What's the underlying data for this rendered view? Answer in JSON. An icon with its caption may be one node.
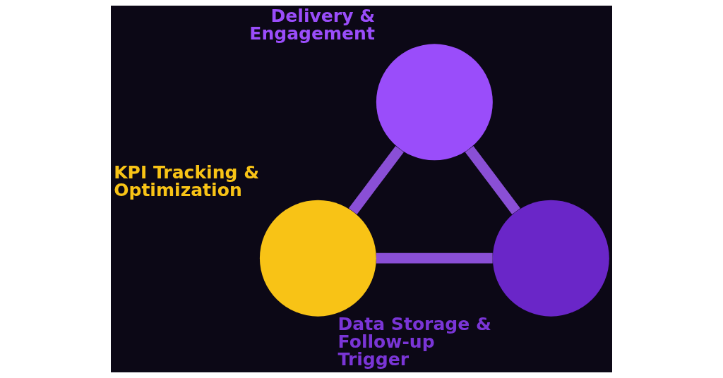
{
  "diagram": {
    "nodes": [
      {
        "text": [
          "Delivery & Engagement"
        ]
      },
      {
        "text": [
          "KPI Tracking & Optimization"
        ]
      },
      {
        "text": [
          "Data Storage & Follow-up Trigger"
        ]
      }
    ],
    "edges": [
      {
        "from": 0,
        "to": 1,
        "arrow": "none"
      },
      {
        "from": 0,
        "to": 2,
        "arrow": "none"
      },
      {
        "from": 1,
        "to": 2,
        "arrow": "none"
      }
    ]
  }
}
